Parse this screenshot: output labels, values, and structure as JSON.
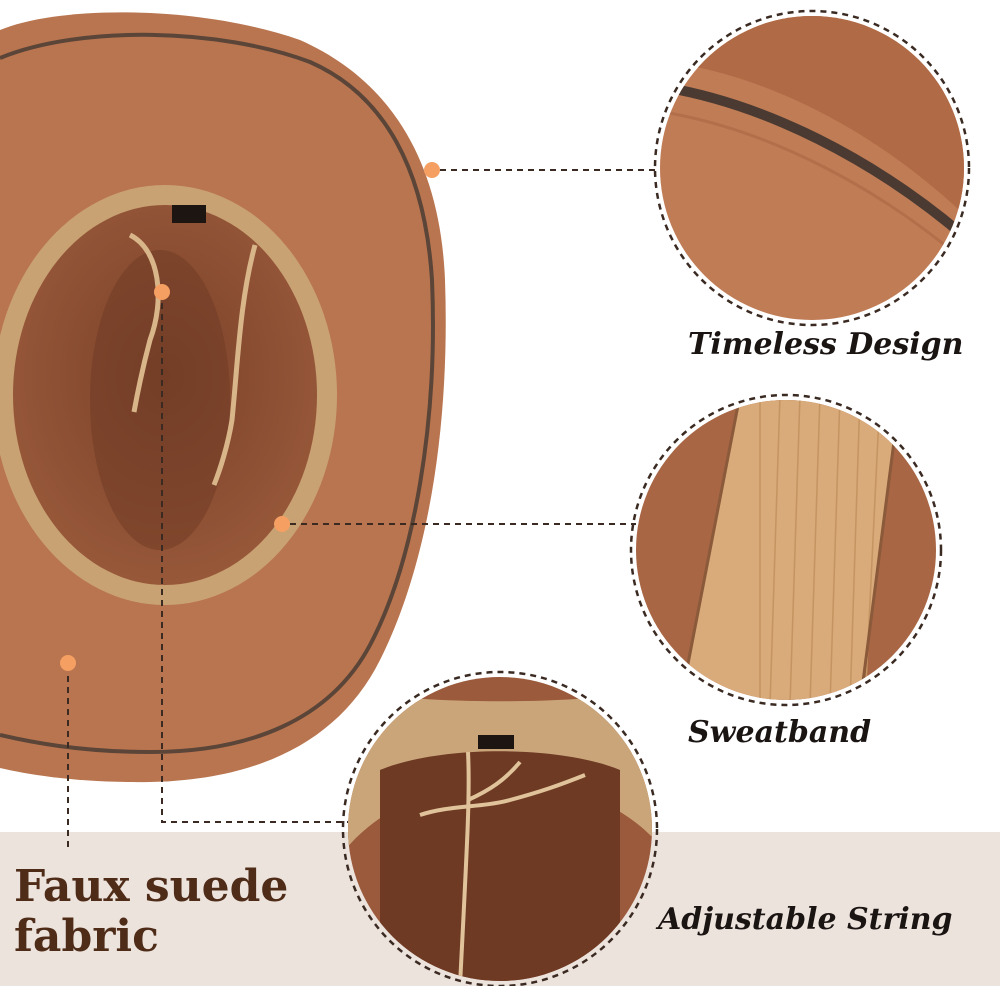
{
  "labels": {
    "timeless_design": "Timeless Design",
    "sweatband": "Sweatband",
    "adjustable_string": "Adjustable String",
    "faux_suede_line1": "Faux suede",
    "faux_suede_line2": "fabric"
  },
  "colors": {
    "suede": "#b9754f",
    "suede_dark": "#8a4e32",
    "ribbon": "#c9a273",
    "stitch": "#5a4538",
    "marker": "#f5a062",
    "band_bg": "#ede3dd",
    "heading_brown": "#4e2c18"
  }
}
